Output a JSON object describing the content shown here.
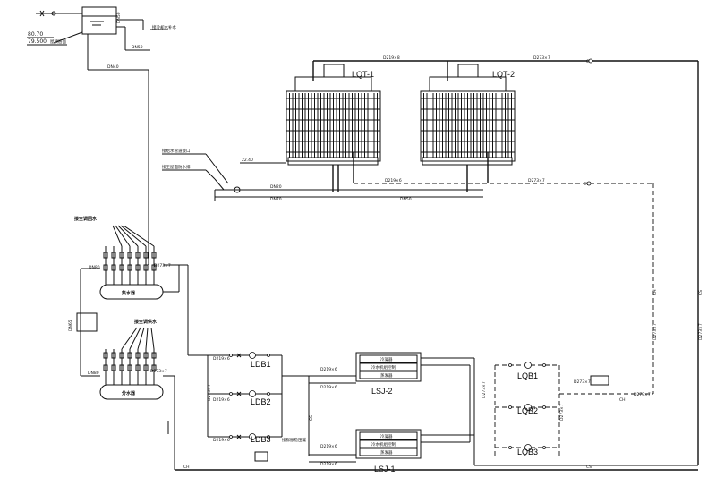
{
  "tank": {
    "level_top": "80.70",
    "level_bottom": "79.500",
    "roof_label": "屋顶层面",
    "pipe_dn50a": "DN50",
    "pipe_dn50b": "DN50",
    "pipe_dn40": "DN40",
    "note": "接冷却水补水"
  },
  "towers": {
    "lqt1": "LQT-1",
    "lqt2": "LQT-2",
    "elev": "22.40"
  },
  "pipes": {
    "d219x8": "D219×8",
    "d273x7_top": "D273×7",
    "cs_top": "CS",
    "dn20": "DN20",
    "dn70": "DN70",
    "dn50_main": "DN50",
    "d219x6": "D219×6",
    "d273x7_mid": "D273×7",
    "cw_mid": "CW",
    "ch": "CH",
    "cs_right": "CS",
    "d273x7_right": "D273×7",
    "d273x7_rr": "D273×7",
    "dn80": "DN80",
    "dn65": "DN65",
    "dn80b": "DN80",
    "d273x7_left": "D273×7",
    "d273x7_sup": "D273×7",
    "d219x6_l": "D219×6",
    "d219x6_l2": "D219×6",
    "d219x6_l3": "D219×6",
    "d273x7_ldb": "D273×7",
    "d219x6_a": "D219×6",
    "d219x6_b": "D219×6",
    "d219x6_c": "D219×6",
    "d219x6_d": "D219×6",
    "d273x7_bot": "D273×7",
    "d273x7_lqb": "D273×7",
    "d273x7_lqb2": "D273×7",
    "d273x7_lqb3": "D273×7",
    "cs_bot": "CS",
    "cs_left": "CS",
    "ch_lqb": "CH",
    "chw": "CH"
  },
  "notes": {
    "drain1": "接给水管道接口",
    "drain2": "接至屋面防水排",
    "air_return": "接空调回水",
    "air_supply": "接空调供水",
    "expansion": "接膨胀稳压罐"
  },
  "headers": {
    "return": "集水器",
    "supply": "分水器"
  },
  "pumps": {
    "ldb1": "LDB1",
    "ldb2": "LDB2",
    "ldb3": "LDB3",
    "lqb1": "LQB1",
    "lqb2": "LQB2",
    "lqb3": "LQB3"
  },
  "chillers": {
    "lsj2": "LSJ-2",
    "lsj1": "LSJ-1",
    "cond": "冷凝器",
    "ctrl": "冷水机组控制",
    "evap": "蒸发器"
  }
}
